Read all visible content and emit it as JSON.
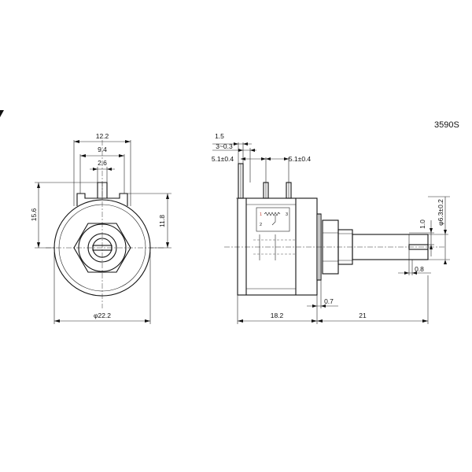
{
  "drawing": {
    "model": "3590S",
    "front_view": {
      "dims": {
        "width_top": "12.2",
        "width_mid": "9.4",
        "width_key": "2.6",
        "height_left": "15.6",
        "height_right": "11.8",
        "diameter": "φ22.2"
      }
    },
    "side_view": {
      "dims": {
        "top_1": "1.5",
        "top_2": "3~0.3",
        "pin_left": "5.1±0.4",
        "pin_right": "5.1±0.4",
        "shaft_dia": "φ6.3±0.2",
        "slot_depth": "1.0",
        "slot_width": "0.8",
        "gap": "0.7",
        "body_len": "18.2",
        "shaft_len": "21"
      },
      "pin_labels": {
        "p1": "1",
        "p2": "2",
        "p3": "3"
      }
    }
  }
}
